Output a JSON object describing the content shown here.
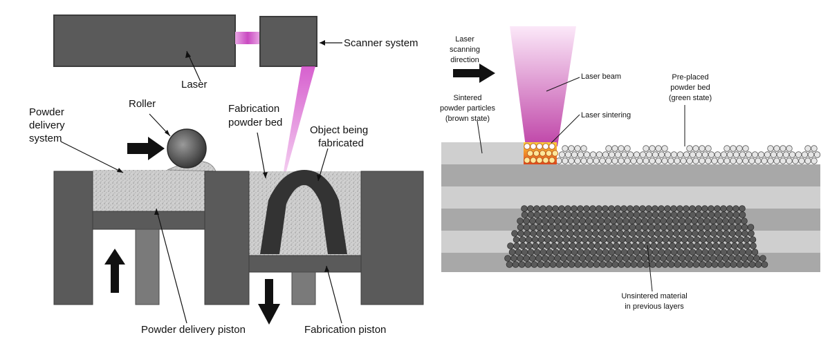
{
  "left_panel": {
    "labels": {
      "laser": "Laser",
      "scanner_system": "Scanner system",
      "roller": "Roller",
      "powder_delivery_line1": "Powder",
      "powder_delivery_line2": "delivery",
      "powder_delivery_line3": "system",
      "fabrication_bed_line1": "Fabrication",
      "fabrication_bed_line2": "powder bed",
      "object_line1": "Object being",
      "object_line2": "fabricated",
      "powder_delivery_piston": "Powder delivery piston",
      "fabrication_piston": "Fabrication piston"
    }
  },
  "right_panel": {
    "labels": {
      "scan_dir_line1": "Laser",
      "scan_dir_line2": "scanning",
      "scan_dir_line3": "direction",
      "laser_beam": "Laser beam",
      "pre_placed_line1": "Pre-placed",
      "pre_placed_line2": "powder bed",
      "pre_placed_line3": "(green state)",
      "sintered_line1": "Sintered",
      "sintered_line2": "powder particles",
      "sintered_line3": "(brown state)",
      "laser_sintering": "Laser sintering",
      "unsintered_line1": "Unsintered material",
      "unsintered_line2": "in previous layers"
    }
  },
  "colors": {
    "machine_gray": "#5a5a5a",
    "machine_edge": "#3c3c3c",
    "powder_fill": "#c9c9c9",
    "object_dark": "#333333",
    "beam_magenta": "#c23cb9",
    "layer_light": "#cfcfcf",
    "layer_mid": "#a8a8a8",
    "sinter_orange": "#e8842a"
  }
}
